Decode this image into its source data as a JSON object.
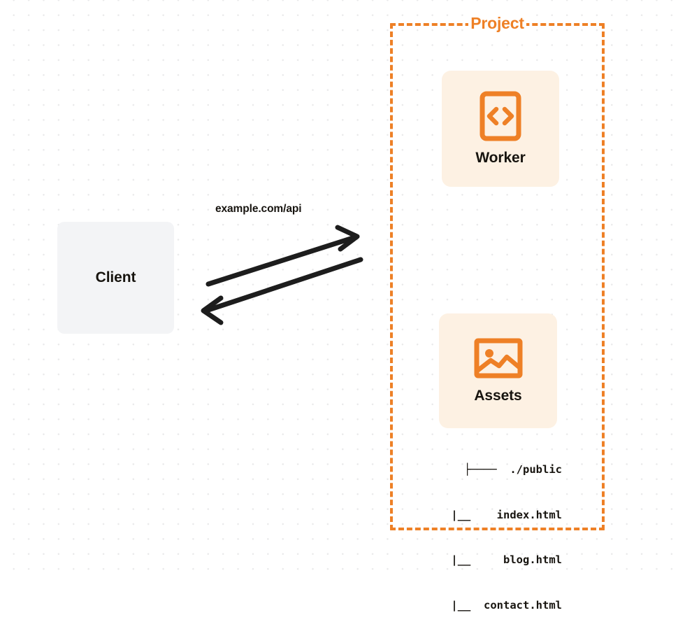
{
  "diagram": {
    "background": {
      "color": "#ffffff",
      "dot_color": "#e9e9ea",
      "pattern": "dot-grid"
    },
    "colors": {
      "accent_orange": "#ee8026",
      "card_cream": "#fdf1e3",
      "client_gray": "#f3f4f6",
      "text_dark": "#17140f",
      "arrow_black": "#1d1d1d"
    },
    "client": {
      "label": "Client",
      "icon": "none"
    },
    "connector": {
      "label": "example.com/api",
      "request_direction": "client-to-project",
      "response_direction": "project-to-client"
    },
    "project": {
      "title": "Project",
      "border_style": "dashed",
      "services": [
        {
          "id": "worker",
          "label": "Worker",
          "icon": "code-brackets-icon"
        },
        {
          "id": "assets",
          "label": "Assets",
          "icon": "image-icon"
        }
      ],
      "file_tree": [
        "├────  ./public",
        "    |__    index.html",
        "    |__     blog.html",
        "    |__  contact.html"
      ]
    }
  }
}
